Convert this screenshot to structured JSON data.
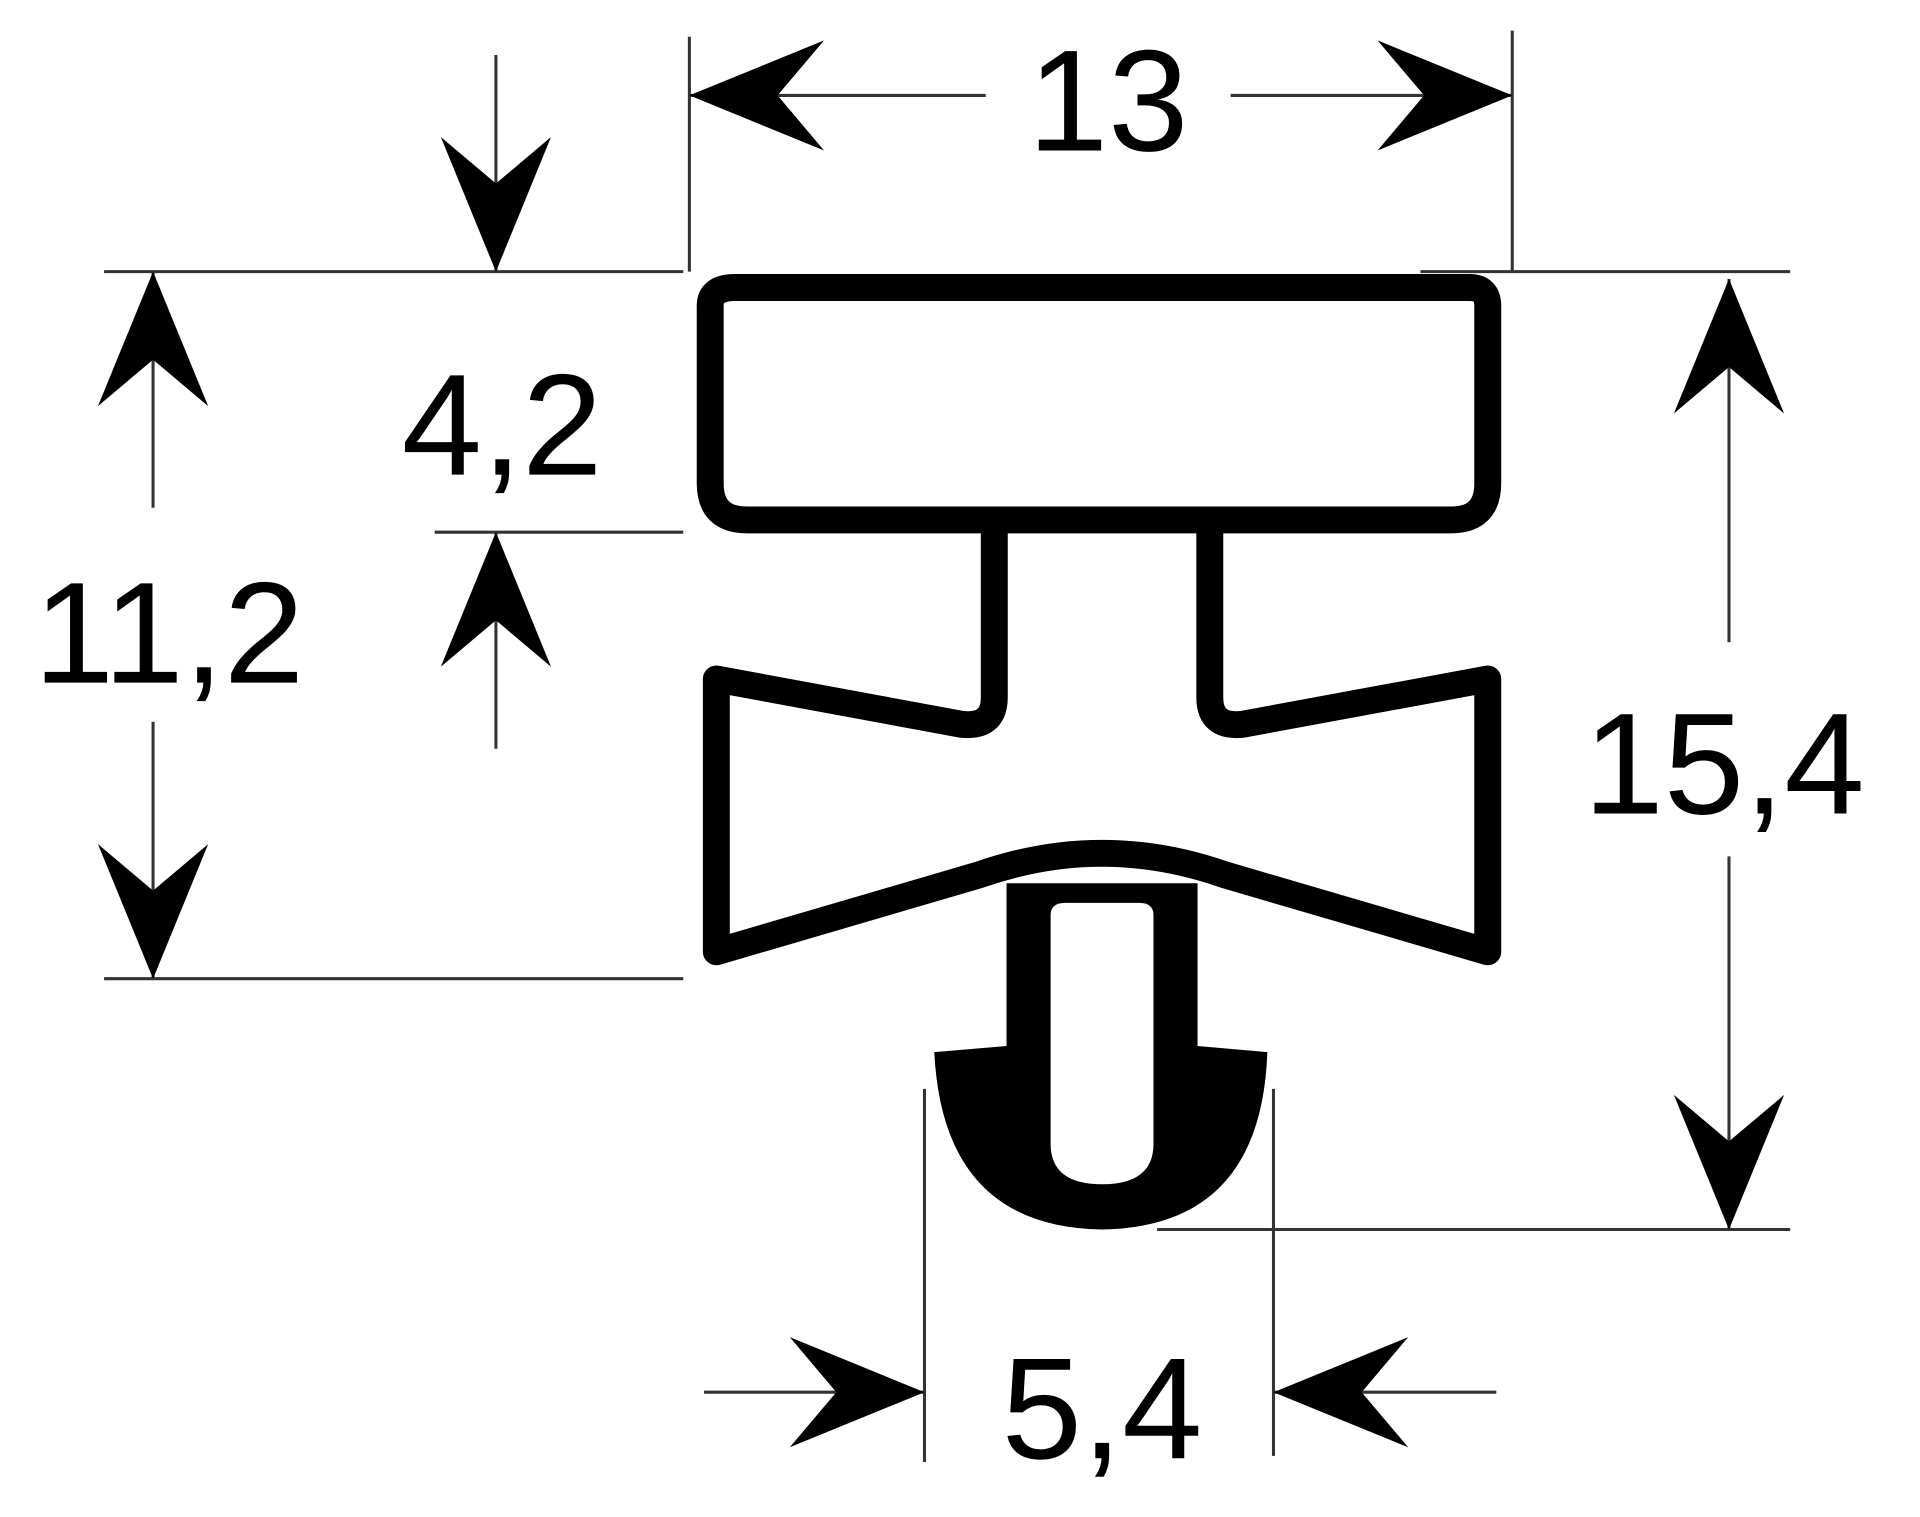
{
  "diagram": {
    "type": "gasket-profile-cross-section",
    "colors": {
      "line": "#000000",
      "dimension_line": "#333333",
      "background": "#ffffff"
    },
    "dimensions": {
      "overall_width": {
        "label": "13",
        "value": 13
      },
      "top_height": {
        "label": "4,2",
        "value": 4.2
      },
      "body_height": {
        "label": "11,2",
        "value": 11.2
      },
      "overall_height": {
        "label": "15,4",
        "value": 15.4
      },
      "foot_width": {
        "label": "5,4",
        "value": 5.4
      }
    }
  }
}
